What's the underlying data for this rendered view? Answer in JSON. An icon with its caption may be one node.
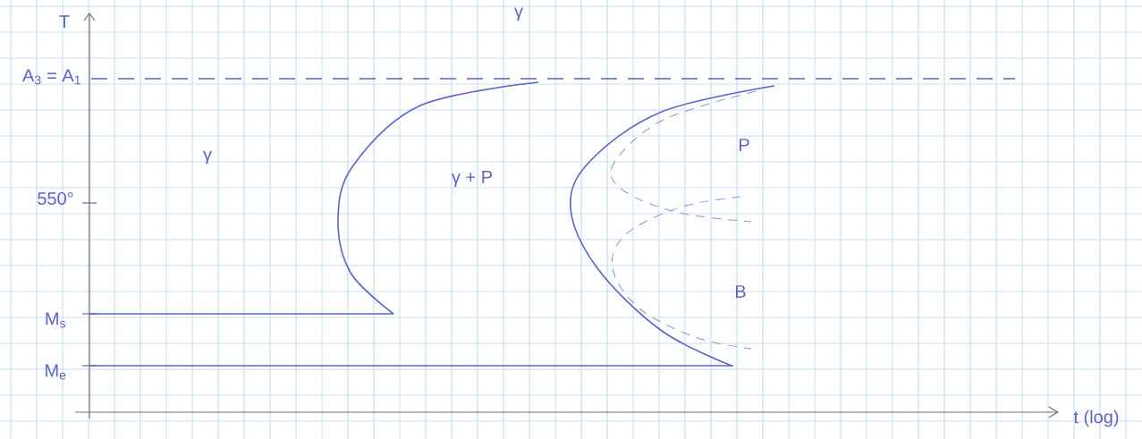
{
  "diagram": {
    "labels": [
      "T",
      "γ",
      "A$_{3}$ = A$_{1}$",
      "γ",
      "γ + P",
      "P",
      "550°",
      "B",
      "M$_{s}$",
      "M$_{e}$",
      "t (log)"
    ]
  }
}
